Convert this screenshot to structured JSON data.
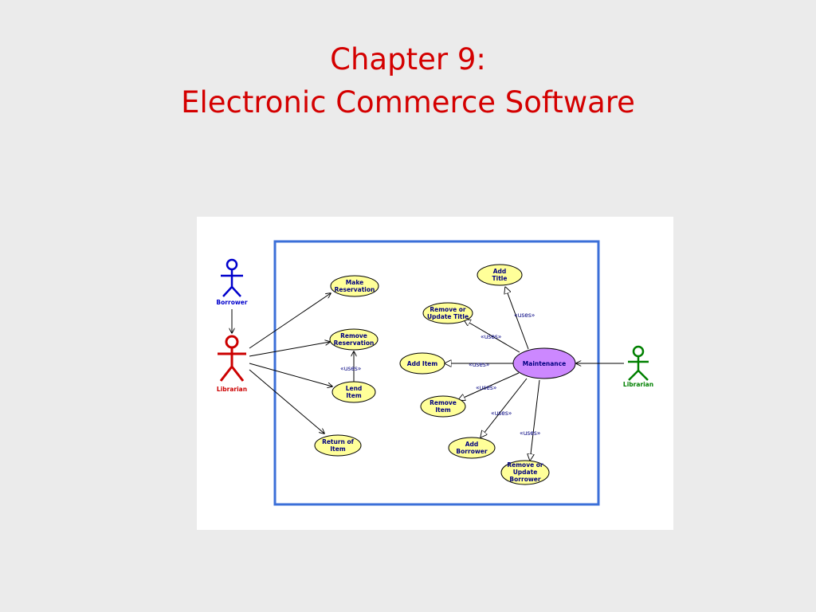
{
  "slide": {
    "title_line1": "Chapter 9:",
    "title_line2": "Electronic Commerce Software"
  },
  "diagram": {
    "colors": {
      "system_boundary": "#3b6fd8",
      "use_case_fill": "#ffff99",
      "maintenance_fill": "#cc88ff",
      "borrower": "#0000cc",
      "librarian_left": "#cc0000",
      "librarian_right": "#008000",
      "label_text": "#000080"
    },
    "actors": {
      "borrower": "Borrower",
      "librarian_left": "Librarian",
      "librarian_right": "Librarian"
    },
    "use_cases": {
      "make_reservation": [
        "Make",
        "Reservation"
      ],
      "remove_reservation": [
        "Remove",
        "Reservation"
      ],
      "lend_item": [
        "Lend",
        "Item"
      ],
      "return_of_item": [
        "Return of",
        "Item"
      ],
      "add_title": [
        "Add",
        "Title"
      ],
      "remove_update_title": [
        "Remove or",
        "Update Title"
      ],
      "add_item": [
        "Add Item"
      ],
      "maintenance": [
        "Maintenance"
      ],
      "remove_item": [
        "Remove",
        "Item"
      ],
      "add_borrower": [
        "Add",
        "Borrower"
      ],
      "remove_update_borrower": [
        "Remove or",
        "Update",
        "Borrower"
      ]
    },
    "stereotype": "«uses»"
  }
}
